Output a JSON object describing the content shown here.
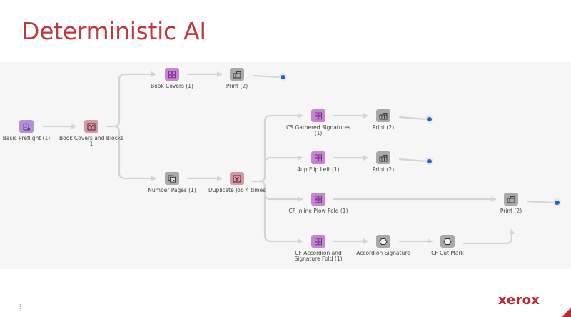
{
  "slide": {
    "title": "Deterministic AI",
    "page_number_lines": [
      "1",
      "2"
    ],
    "logo": "xerox"
  },
  "colors": {
    "title": "#c1373c",
    "brand_red": "#c1272d",
    "canvas_bg": "#f6f6f6",
    "connector": "#d4d4d4",
    "end_dot": "#1f63c7",
    "node_pink": "#c685d4",
    "node_rose": "#d39aa0",
    "node_gray": "#a9a9a9"
  },
  "workflow": {
    "nodes": [
      {
        "id": "basic-preflight",
        "label": "Basic Preflight (1)",
        "icon": "clipboard-check-icon",
        "color": "violet"
      },
      {
        "id": "book-covers-and-blocks",
        "label": "Book Covers and Blocks  1",
        "icon": "split-icon",
        "color": "rose"
      },
      {
        "id": "book-covers",
        "label": "Book Covers (1)",
        "icon": "grid-icon",
        "color": "purple"
      },
      {
        "id": "print-a",
        "label": "Print (2)",
        "icon": "printer-icon",
        "color": "gray"
      },
      {
        "id": "number-pages",
        "label": "Number Pages (1)",
        "icon": "pages-icon",
        "color": "gray"
      },
      {
        "id": "duplicate-job",
        "label": "Duplicate Job 4 times",
        "icon": "split-icon",
        "color": "rose"
      },
      {
        "id": "cs-gathered",
        "label": "CS Gathered Signatures (1)",
        "icon": "grid-icon",
        "color": "purple"
      },
      {
        "id": "print-b",
        "label": "Print (2)",
        "icon": "printer-icon",
        "color": "gray"
      },
      {
        "id": "4up-flip-left",
        "label": "4up Flip Left (1)",
        "icon": "grid-icon",
        "color": "purple"
      },
      {
        "id": "print-c",
        "label": "Print (2)",
        "icon": "printer-icon",
        "color": "gray"
      },
      {
        "id": "cf-inline-plow",
        "label": "CF Inline Plow Fold (1)",
        "icon": "grid-icon",
        "color": "purple"
      },
      {
        "id": "print-d",
        "label": "Print (2)",
        "icon": "printer-icon",
        "color": "gray"
      },
      {
        "id": "cf-accordion",
        "label": "CF Accordion and Signature Fold (1)",
        "icon": "grid-icon",
        "color": "purple"
      },
      {
        "id": "accordion-signature",
        "label": "Accordion Signature",
        "icon": "hexagon-icon",
        "color": "gray"
      },
      {
        "id": "cf-cut-mark",
        "label": "CF Cut Mark",
        "icon": "hexagon-icon",
        "color": "gray"
      }
    ],
    "edges": [
      [
        "basic-preflight",
        "book-covers-and-blocks"
      ],
      [
        "book-covers-and-blocks",
        "book-covers"
      ],
      [
        "book-covers-and-blocks",
        "number-pages"
      ],
      [
        "book-covers",
        "print-a"
      ],
      [
        "number-pages",
        "duplicate-job"
      ],
      [
        "duplicate-job",
        "cs-gathered"
      ],
      [
        "duplicate-job",
        "4up-flip-left"
      ],
      [
        "duplicate-job",
        "cf-inline-plow"
      ],
      [
        "duplicate-job",
        "cf-accordion"
      ],
      [
        "cs-gathered",
        "print-b"
      ],
      [
        "4up-flip-left",
        "print-c"
      ],
      [
        "cf-inline-plow",
        "print-d"
      ],
      [
        "cf-accordion",
        "accordion-signature"
      ],
      [
        "accordion-signature",
        "cf-cut-mark"
      ],
      [
        "cf-cut-mark",
        "print-d"
      ]
    ],
    "end_points": [
      "print-a",
      "print-b",
      "print-c",
      "print-d"
    ]
  }
}
